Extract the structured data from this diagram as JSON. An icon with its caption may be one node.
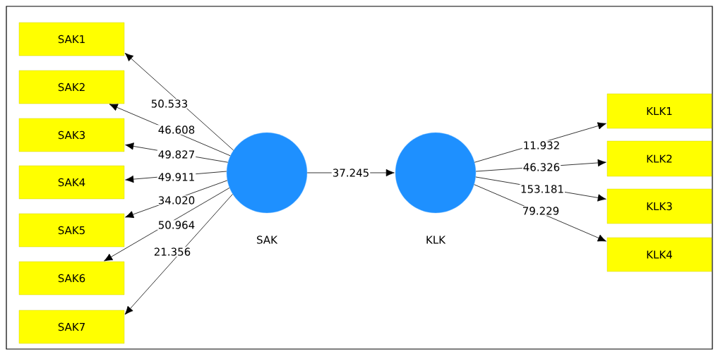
{
  "diagram": {
    "nodes": [
      {
        "text": [
          "SAK1"
        ]
      },
      {
        "text": [
          "SAK2"
        ]
      },
      {
        "text": [
          "SAK3"
        ]
      },
      {
        "text": [
          "SAK4"
        ]
      },
      {
        "text": [
          "SAK5"
        ]
      },
      {
        "text": [
          "SAK6"
        ]
      },
      {
        "text": [
          "SAK7"
        ]
      },
      {
        "text": [
          "SAK"
        ]
      },
      {
        "text": [
          "KLK"
        ]
      },
      {
        "text": [
          "KLK1"
        ]
      },
      {
        "text": [
          "KLK2"
        ]
      },
      {
        "text": [
          "KLK3"
        ]
      },
      {
        "text": [
          "KLK4"
        ]
      }
    ],
    "edges": [
      {
        "from": 7,
        "to": 0,
        "arrow": "to",
        "label": "50.533"
      },
      {
        "from": 7,
        "to": 1,
        "arrow": "to",
        "label": "46.608"
      },
      {
        "from": 7,
        "to": 2,
        "arrow": "to",
        "label": "49.827"
      },
      {
        "from": 7,
        "to": 3,
        "arrow": "to",
        "label": "49.911"
      },
      {
        "from": 7,
        "to": 4,
        "arrow": "to",
        "label": "34.020"
      },
      {
        "from": 7,
        "to": 5,
        "arrow": "to",
        "label": "50.964"
      },
      {
        "from": 7,
        "to": 6,
        "arrow": "to",
        "label": "21.356"
      },
      {
        "from": 7,
        "to": 8,
        "arrow": "to",
        "label": "37.245"
      },
      {
        "from": 8,
        "to": 9,
        "arrow": "to",
        "label": "11.932"
      },
      {
        "from": 8,
        "to": 10,
        "arrow": "to",
        "label": "46.326"
      },
      {
        "from": 8,
        "to": 11,
        "arrow": "to",
        "label": "153.181"
      },
      {
        "from": 8,
        "to": 12,
        "arrow": "to",
        "label": "79.229"
      }
    ]
  }
}
